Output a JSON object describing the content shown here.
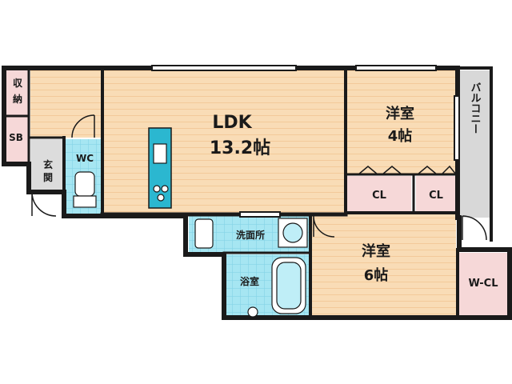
{
  "colors": {
    "room_floor": "#f9dcb6",
    "floor_stripe": "#f3c99a",
    "wet_area": "#a6e6f2",
    "wet_grid": "#7fd0e4",
    "storage": "#f6d8d8",
    "entrance": "#dcdcdc",
    "balcony": "#d8d8d8",
    "wall": "#1a1a1a",
    "window": "#ffffff",
    "fixture": "#2bb7d0"
  },
  "rooms": {
    "ldk": {
      "name": "LDK",
      "size": "13.2帖"
    },
    "western_4": {
      "name": "洋室",
      "size": "4帖"
    },
    "western_6": {
      "name": "洋室",
      "size": "6帖"
    },
    "closet_a": {
      "name": "CL"
    },
    "closet_b": {
      "name": "CL"
    },
    "walk_in": {
      "name": "W-CL"
    },
    "storage": {
      "line1": "収",
      "line2": "納"
    },
    "shoe_box": {
      "name": "SB"
    },
    "entrance": {
      "line1": "玄",
      "line2": "関"
    },
    "toilet": {
      "name": "WC"
    },
    "washroom": {
      "name": "洗面所"
    },
    "bathroom": {
      "name": "浴室"
    },
    "balcony": {
      "name": "バルコニー"
    }
  },
  "icons": [
    "kitchen-counter-icon",
    "sink-icon",
    "stove-icon",
    "toilet-icon",
    "washbasin-icon",
    "washing-machine-icon",
    "bathtub-icon",
    "door-swing-icon"
  ]
}
